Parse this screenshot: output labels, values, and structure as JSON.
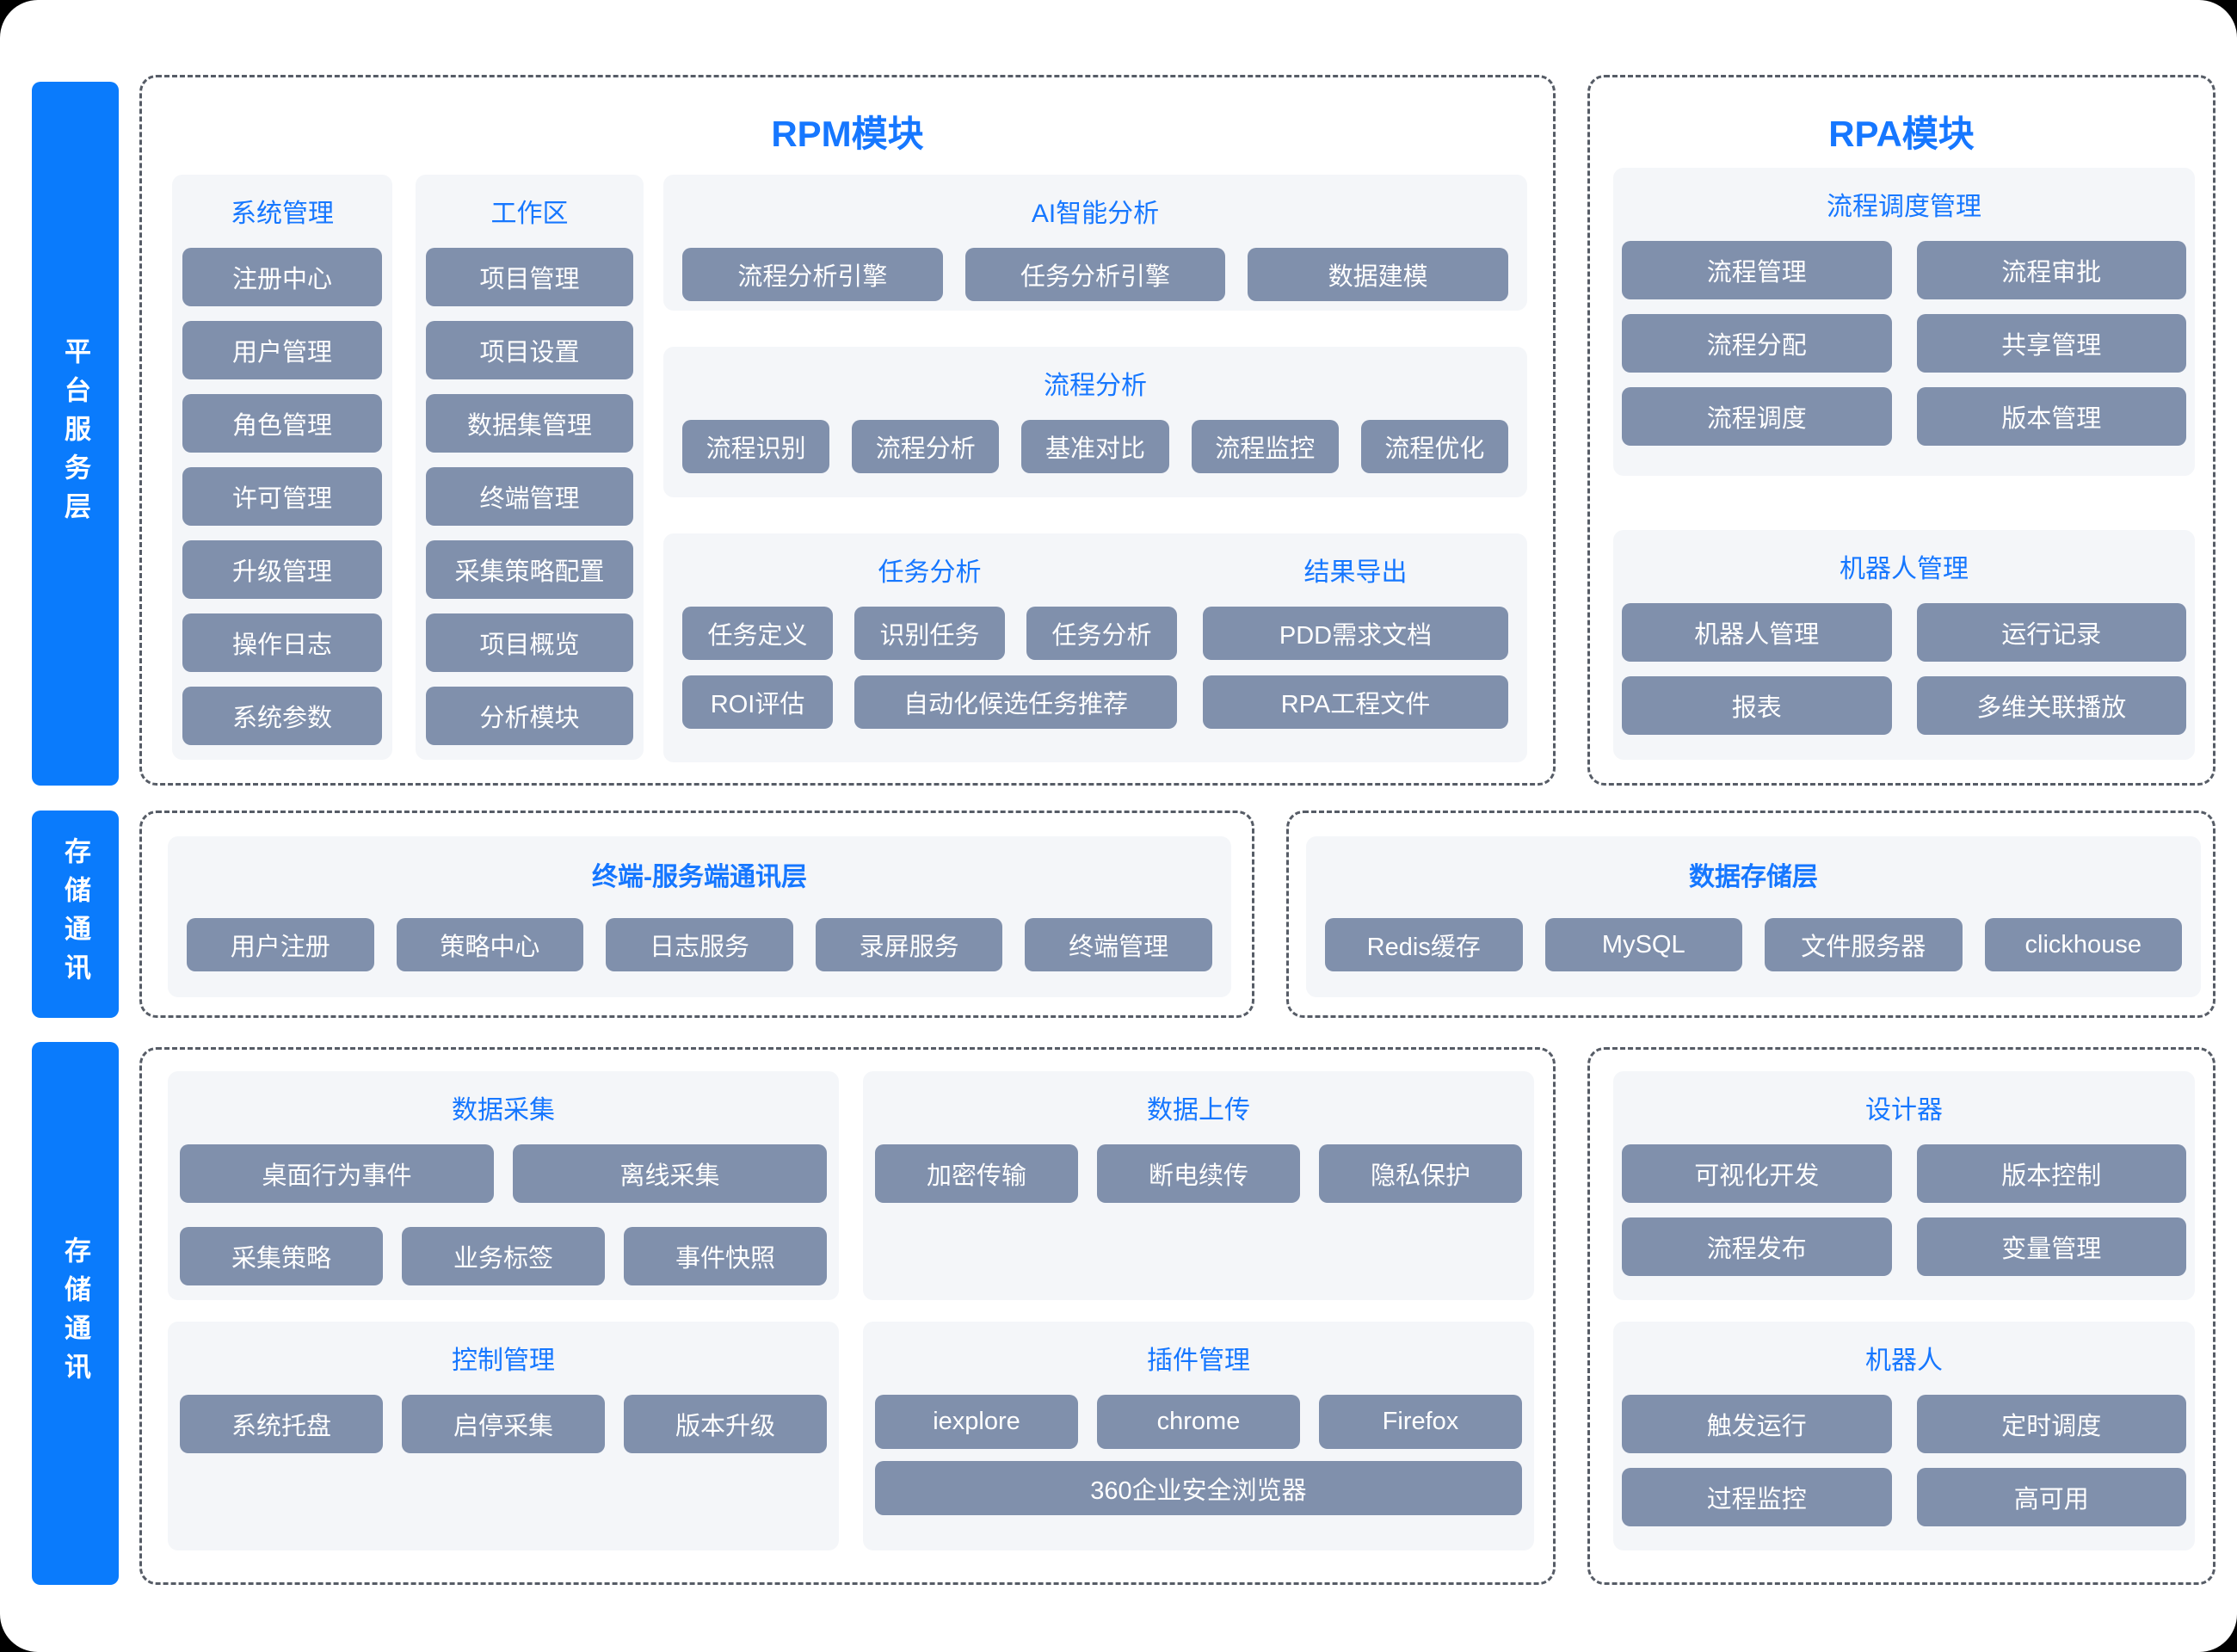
{
  "colors": {
    "accent": "#1677ff",
    "rail": "#0a7bfc",
    "button": "#8090ac",
    "button_text": "#ffffff",
    "panel": "#f4f6f9",
    "dash_border": "#565c66",
    "canvas": "#ffffff"
  },
  "left_rail": {
    "platform": "平台服务层",
    "storage_comm_1": "存储通讯",
    "storage_comm_2": "存储通讯"
  },
  "rpm": {
    "title": "RPM模块",
    "system": {
      "title": "系统管理",
      "items": [
        "注册中心",
        "用户管理",
        "角色管理",
        "许可管理",
        "升级管理",
        "操作日志",
        "系统参数"
      ]
    },
    "workspace": {
      "title": "工作区",
      "items": [
        "项目管理",
        "项目设置",
        "数据集管理",
        "终端管理",
        "采集策略配置",
        "项目概览",
        "分析模块"
      ]
    },
    "ai": {
      "title": "AI智能分析",
      "items": [
        "流程分析引擎",
        "任务分析引擎",
        "数据建模"
      ]
    },
    "process": {
      "title": "流程分析",
      "items": [
        "流程识别",
        "流程分析",
        "基准对比",
        "流程监控",
        "流程优化"
      ]
    },
    "task": {
      "title": "任务分析",
      "row1": [
        "任务定义",
        "识别任务",
        "任务分析"
      ],
      "row2": [
        "ROI评估",
        "自动化候选任务推荐"
      ]
    },
    "export": {
      "title": "结果导出",
      "items": [
        "PDD需求文档",
        "RPA工程文件"
      ]
    }
  },
  "rpa": {
    "title": "RPA模块",
    "scheduling": {
      "title": "流程调度管理",
      "items": [
        "流程管理",
        "流程审批",
        "流程分配",
        "共享管理",
        "流程调度",
        "版本管理"
      ]
    },
    "robot_mgmt": {
      "title": "机器人管理",
      "items": [
        "机器人管理",
        "运行记录",
        "报表",
        "多维关联播放"
      ]
    }
  },
  "comm": {
    "title": "终端-服务端通讯层",
    "items": [
      "用户注册",
      "策略中心",
      "日志服务",
      "录屏服务",
      "终端管理"
    ]
  },
  "storage": {
    "title": "数据存储层",
    "items": [
      "Redis缓存",
      "MySQL",
      "文件服务器",
      "clickhouse"
    ]
  },
  "client": {
    "collection": {
      "title": "数据采集",
      "row1": [
        "桌面行为事件",
        "离线采集"
      ],
      "row2": [
        "采集策略",
        "业务标签",
        "事件快照"
      ]
    },
    "upload": {
      "title": "数据上传",
      "items": [
        "加密传输",
        "断电续传",
        "隐私保护"
      ]
    },
    "control": {
      "title": "控制管理",
      "items": [
        "系统托盘",
        "启停采集",
        "版本升级"
      ]
    },
    "plugin": {
      "title": "插件管理",
      "row1": [
        "iexplore",
        "chrome",
        "Firefox"
      ],
      "wide": "360企业安全浏览器"
    }
  },
  "designer": {
    "designer": {
      "title": "设计器",
      "items": [
        "可视化开发",
        "版本控制",
        "流程发布",
        "变量管理"
      ]
    },
    "robot": {
      "title": "机器人",
      "items": [
        "触发运行",
        "定时调度",
        "过程监控",
        "高可用"
      ]
    }
  }
}
